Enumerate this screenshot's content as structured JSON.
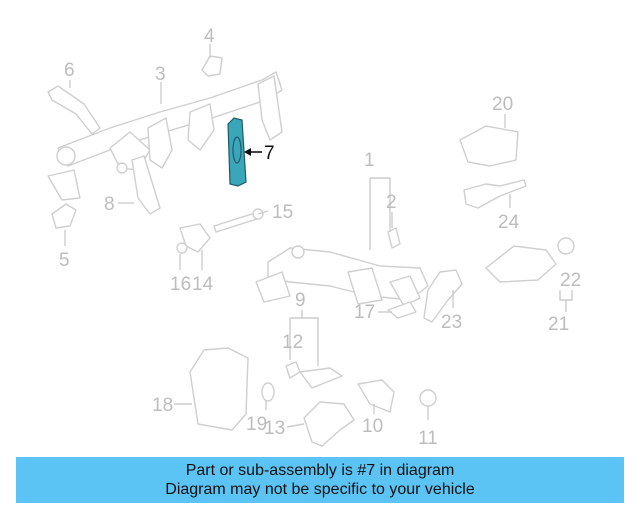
{
  "callouts": {
    "c1": "1",
    "c2": "2",
    "c3": "3",
    "c4": "4",
    "c5": "5",
    "c6": "6",
    "c7": "7",
    "c8": "8",
    "c9": "9",
    "c10": "10",
    "c11": "11",
    "c12": "12",
    "c13": "13",
    "c14": "14",
    "c15": "15",
    "c16": "16",
    "c17": "17",
    "c18": "18",
    "c19": "19",
    "c20": "20",
    "c21": "21",
    "c22": "22",
    "c23": "23",
    "c24": "24"
  },
  "highlight_part": "7",
  "colors": {
    "highlight_part": "#3aa6b9",
    "banner": "#5bc4f5",
    "faded_label": "#bdbdbd"
  },
  "banner": {
    "line1": "Part or sub-assembly is #7 in diagram",
    "line2": "Diagram may not be specific to your vehicle"
  }
}
